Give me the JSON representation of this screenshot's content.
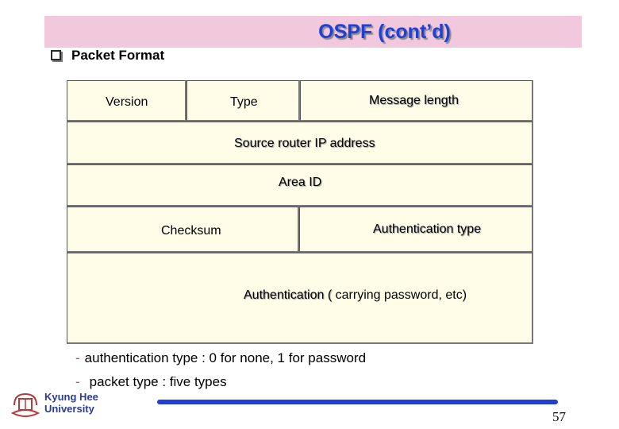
{
  "slide": {
    "title": "OSPF (cont’d)",
    "heading": "Packet Format",
    "fields": {
      "version": "Version",
      "type": "Type",
      "message_length": "Message length",
      "source_router": "Source router IP address",
      "area_id": "Area ID",
      "checksum": "Checksum",
      "auth_type": "Authentication type",
      "authentication": "Authentication (",
      "authentication_note": " carrying password, etc)"
    },
    "notes": [
      "authentication type : 0 for none, 1 for password",
      "packet type : five types"
    ],
    "note_dash": "-",
    "university": [
      "Kyung Hee",
      "University"
    ],
    "page_number": "57"
  },
  "colors": {
    "title_bar": "#f1c8dc",
    "title_text": "#1f3fd8",
    "cell_fill": "#fffce8",
    "accent_line": "#1f3fd8",
    "dash": "#c0437a"
  }
}
